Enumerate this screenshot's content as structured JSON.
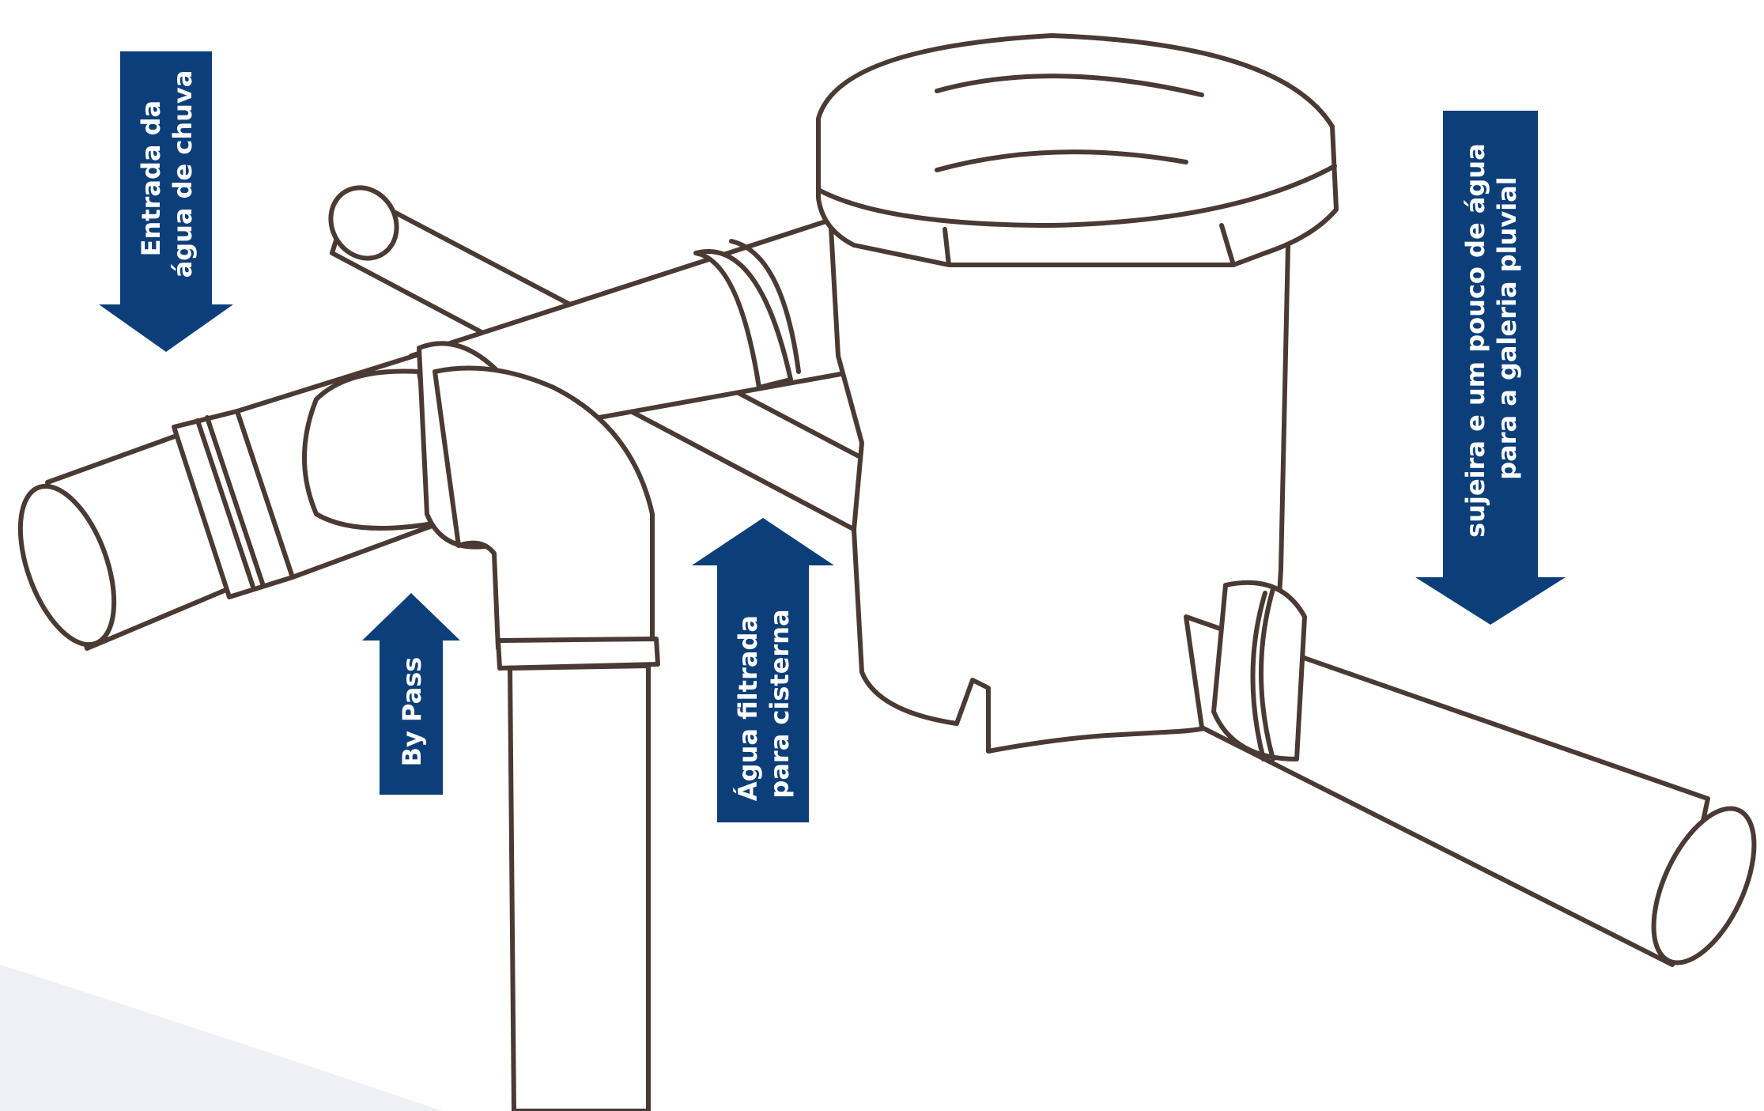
{
  "colors": {
    "arrow": "#0c3f7a",
    "line": "#4a3a33",
    "background": "#ffffff"
  },
  "labels": {
    "rain_inlet": {
      "lines": [
        "Entrada da",
        "água de chuva"
      ],
      "direction": "down"
    },
    "bypass": {
      "lines": [
        "By Pass"
      ],
      "direction": "up"
    },
    "filtered_water": {
      "lines": [
        "Água filtrada",
        "para cisterna"
      ],
      "direction": "up"
    },
    "dirt_outlet": {
      "lines": [
        "sujeira e um pouco de água",
        "para a galeria pluvial"
      ],
      "direction": "down"
    }
  }
}
